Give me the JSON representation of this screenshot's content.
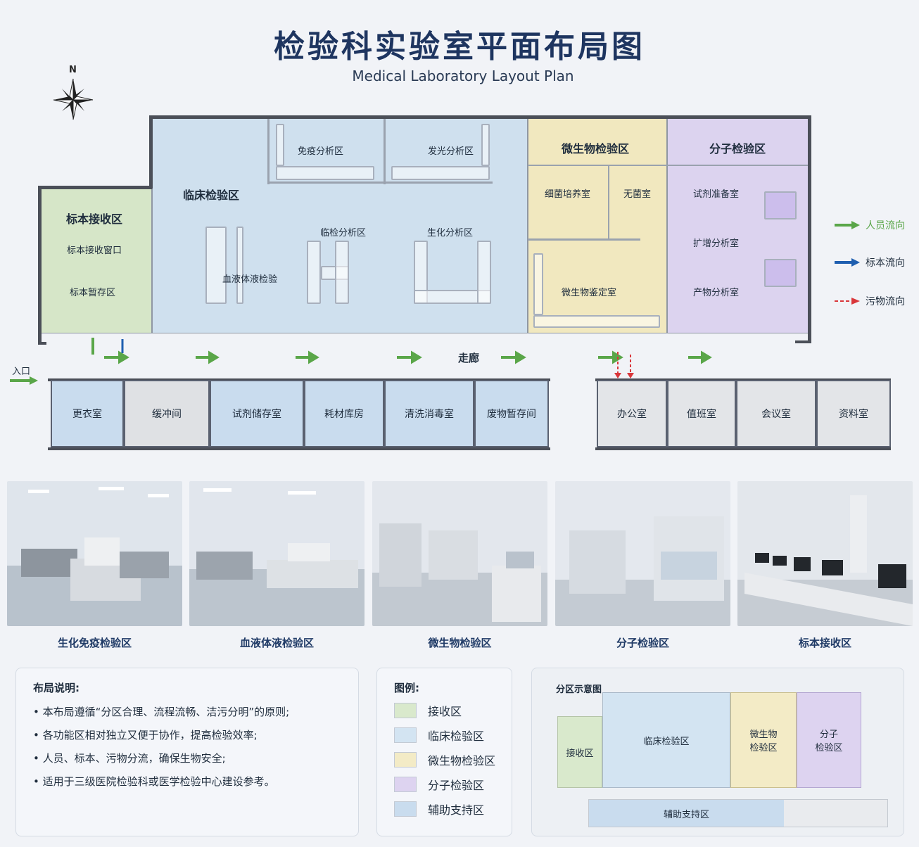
{
  "header": {
    "title": "检验科实验室平面布局图",
    "subtitle": "Medical Laboratory Layout Plan",
    "north": "N"
  },
  "zones": {
    "reception": {
      "label": "标本接收区",
      "rooms": [
        "标本接收窗口",
        "标本暂存区"
      ],
      "color": "#d6e6c8"
    },
    "clinical": {
      "label": "临床检验区",
      "rooms": [
        "免疫分析区",
        "发光分析区",
        "临检分析区",
        "生化分析区",
        "血液体液检验"
      ],
      "color": "#cfe0ee"
    },
    "micro": {
      "label": "微生物检验区",
      "rooms": [
        "细菌培养室",
        "无菌室",
        "微生物鉴定室"
      ],
      "color": "#f1e8bf"
    },
    "molecular": {
      "label": "分子检验区",
      "rooms": [
        "试剂准备室",
        "扩增分析室",
        "产物分析室"
      ],
      "color": "#dcd3ef"
    }
  },
  "corridor": {
    "label": "走廊",
    "entrance": "入口"
  },
  "support_rooms": [
    "更衣室",
    "缓冲间",
    "试剂储存室",
    "耗材库房",
    "清洗消毒室",
    "废物暂存间",
    "办公室",
    "值班室",
    "会议室",
    "资料室"
  ],
  "flow_legend": [
    {
      "label": "人员流向",
      "color": "#5aa649"
    },
    {
      "label": "标本流向",
      "color": "#1f5fb0"
    },
    {
      "label": "污物流向",
      "color": "#d9363a"
    }
  ],
  "photos": [
    "生化免疫检验区",
    "血液体液检验区",
    "微生物检验区",
    "分子检验区",
    "标本接收区"
  ],
  "notes": {
    "title": "布局说明:",
    "items": [
      "本布局遵循“分区合理、流程流畅、洁污分明”的原则;",
      "各功能区相对独立又便于协作，提高检验效率;",
      "人员、标本、污物分流，确保生物安全;",
      "适用于三级医院检验科或医学检验中心建设参考。"
    ]
  },
  "legend": {
    "title": "图例:",
    "items": [
      {
        "label": "接收区",
        "color": "#d9e9cc"
      },
      {
        "label": "临床检验区",
        "color": "#d3e4f2"
      },
      {
        "label": "微生物检验区",
        "color": "#f3ebc6"
      },
      {
        "label": "分子检验区",
        "color": "#ddd3f0"
      },
      {
        "label": "辅助支持区",
        "color": "#c9dcee"
      }
    ]
  },
  "schematic": {
    "title": "分区示意图",
    "reception": "接收区",
    "clinical": "临床检验区",
    "micro": "微生物\n检验区",
    "molecular": "分子\n检验区",
    "support": "辅助支持区"
  }
}
